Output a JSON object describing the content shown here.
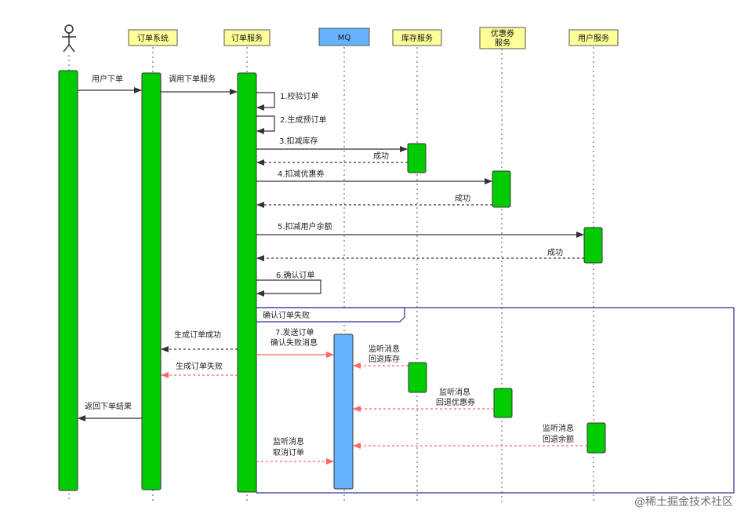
{
  "diagram": {
    "participants": [
      {
        "id": "user",
        "label": "",
        "kind": "actor"
      },
      {
        "id": "order_system",
        "label": "订单系统",
        "kind": "box",
        "color": "#ffff99"
      },
      {
        "id": "order_service",
        "label": "订单服务",
        "kind": "box",
        "color": "#ffff99"
      },
      {
        "id": "mq",
        "label": "MQ",
        "kind": "box",
        "color": "#66b2ff"
      },
      {
        "id": "inventory",
        "label": "库存服务",
        "kind": "box",
        "color": "#ffff99"
      },
      {
        "id": "coupon",
        "label_line1": "优惠券",
        "label_line2": "服务",
        "kind": "box",
        "color": "#ffff99"
      },
      {
        "id": "user_service",
        "label": "用户服务",
        "kind": "box",
        "color": "#ffff99"
      }
    ],
    "fragment": {
      "label": "确认订单失败",
      "border_color": "#2a2aa0"
    },
    "messages": {
      "m1": "用户下单",
      "m2": "调用下单服务",
      "m3": "1.校验订单",
      "m4": "2.生成预订单",
      "m5": "3.扣减库存",
      "m6": "成功",
      "m7": "4.扣减优惠券",
      "m8": "成功",
      "m9": "5.扣减用户余额",
      "m10": "成功",
      "m11": "6.确认订单",
      "m12": "生成订单成功",
      "m13": "生成订单失败",
      "m14_line1": "7.发送订单",
      "m14_line2": "确认失败消息",
      "m15_line1": "监听消息",
      "m15_line2": "回退库存",
      "m16_line1": "监听消息",
      "m16_line2": "回退优惠券",
      "m17_line1": "监听消息",
      "m17_line2": "回退余额",
      "m18_line1": "监听消息",
      "m18_line2": "取消订单",
      "m19": "返回下单结果"
    },
    "colors": {
      "activation_green": "#00cc00",
      "activation_blue": "#66b2ff",
      "normal_arrow": "#333333",
      "failure_arrow": "#ff6666"
    }
  },
  "watermark": "@稀土掘金技术社区"
}
